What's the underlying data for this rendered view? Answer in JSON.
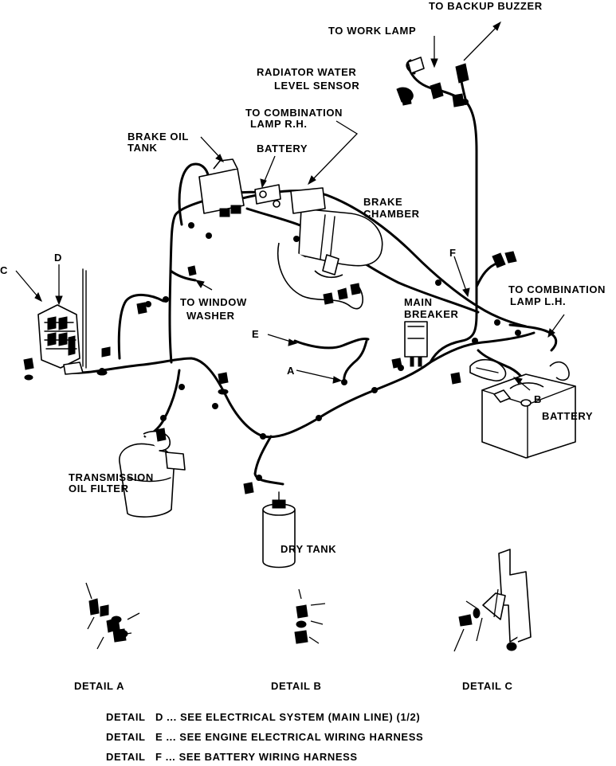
{
  "labels": {
    "to_backup_buzzer": "TO BACKUP BUZZER",
    "to_work_lamp": "TO WORK LAMP",
    "radiator_line1": "RADIATOR WATER",
    "radiator_line2": "LEVEL SENSOR",
    "comb_rh_line1": "TO COMBINATION",
    "comb_rh_line2": "LAMP R.H.",
    "brake_oil_line1": "BRAKE OIL",
    "brake_oil_line2": "TANK",
    "battery_top": "BATTERY",
    "brake_chamber_line1": "BRAKE",
    "brake_chamber_line2": "CHAMBER",
    "callout_f": "F",
    "to_window_line1": "TO WINDOW",
    "to_window_line2": "WASHER",
    "callout_c": "C",
    "callout_d": "D",
    "callout_e": "E",
    "main_breaker_line1": "MAIN",
    "main_breaker_line2": "BREAKER",
    "comb_lh_line1": "TO COMBINATION",
    "comb_lh_line2": "LAMP L.H.",
    "callout_a": "A",
    "callout_b": "B",
    "battery_right": "BATTERY",
    "trans_line1": "TRANSMISSION",
    "trans_line2": "OIL FILTER",
    "dry_tank": "DRY TANK"
  },
  "details": {
    "a": "DETAIL  A",
    "b": "DETAIL  B",
    "c": "DETAIL  C"
  },
  "notes": [
    "DETAIL   D ... SEE ELECTRICAL SYSTEM (MAIN LINE) (1/2)",
    "DETAIL   E ... SEE ENGINE ELECTRICAL WIRING HARNESS",
    "DETAIL   F ... SEE BATTERY WIRING HARNESS"
  ]
}
